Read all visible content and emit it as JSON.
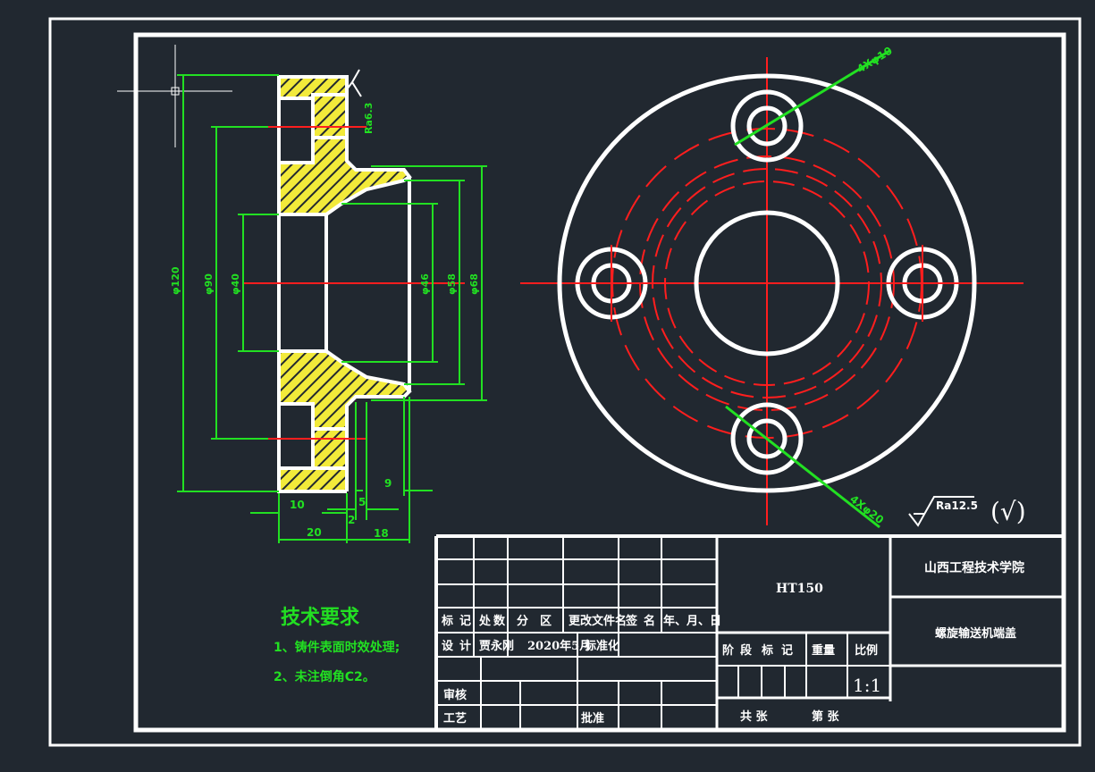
{
  "colors": {
    "background": "#212830",
    "outline": "#ffffff",
    "center_line": "#ff1e1e",
    "dimension": "#22e022",
    "section_hatch": "#f2ea3a"
  },
  "section_view": {
    "dimensions": {
      "d120": "φ120",
      "d90": "φ90",
      "d40": "φ40",
      "d46": "φ46",
      "d58": "φ58",
      "d68": "φ68",
      "w10": "10",
      "w5": "5",
      "w9": "9",
      "w2": "2",
      "w20": "20",
      "w18": "18"
    },
    "roughness": "Ra6.3"
  },
  "plan_view": {
    "hole_callout_top": "4Xφ10",
    "hole_callout_bottom": "4Xφ20"
  },
  "surface_finish": {
    "value": "Ra12.5",
    "note": "(√)"
  },
  "technical_requirements": {
    "title": "技术要求",
    "items": [
      "1、铸件表面时效处理;",
      "2、未注倒角C2。"
    ]
  },
  "title_block": {
    "material": "HT150",
    "school": "山西工程技术学院",
    "part_name": "螺旋输送机端盖",
    "headers": [
      "标",
      "记",
      "处",
      "数",
      "分",
      "区",
      "更改文件名",
      "签",
      "名",
      "年、月、日"
    ],
    "design_row": [
      "设",
      "计",
      "贾永刚",
      "2020年5月",
      "标准化"
    ],
    "stage_labels": [
      "阶",
      "段",
      "标",
      "记"
    ],
    "weight_label": "重量",
    "scale_label": "比例",
    "scale_value": "1:1",
    "review_label": "审核",
    "process_label": "工艺",
    "approve_label": "批准",
    "sheet_total": "共 张",
    "sheet_no": "第 张"
  }
}
